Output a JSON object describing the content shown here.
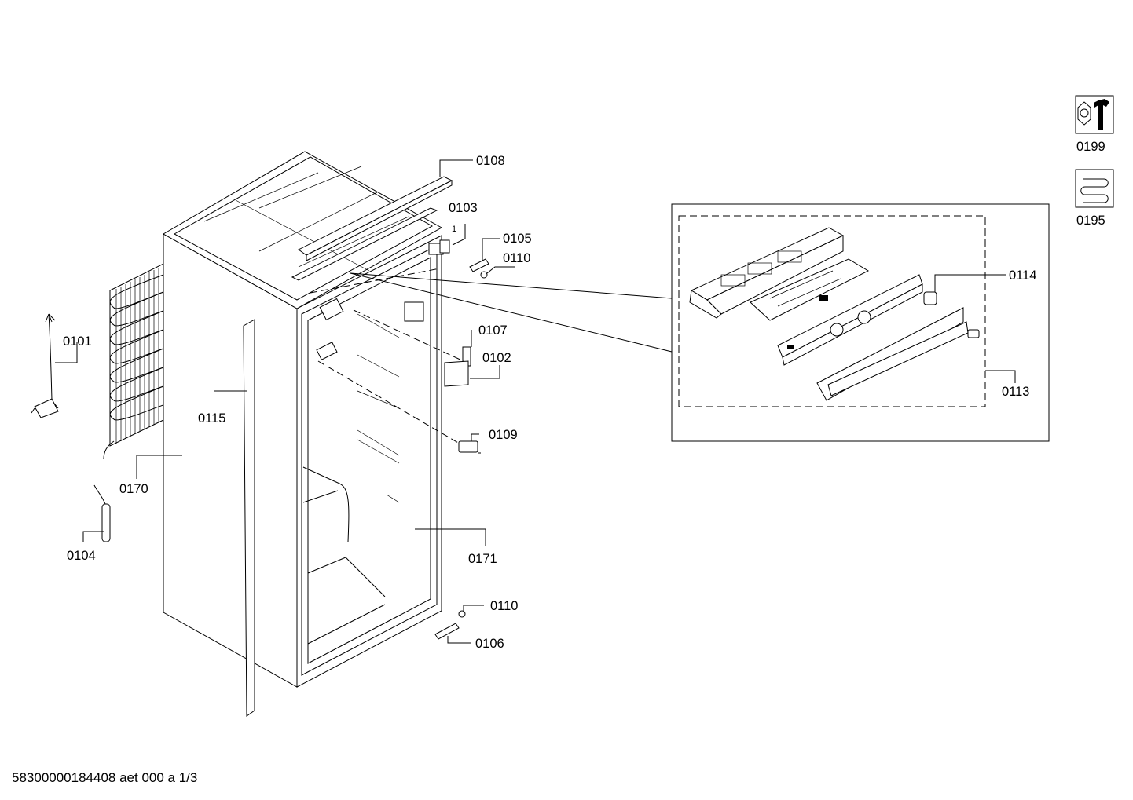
{
  "callouts": {
    "p0108": "0108",
    "p0103": "0103",
    "p0103_sub": "1",
    "p0105": "0105",
    "p0110a": "0110",
    "p0101": "0101",
    "p0107": "0107",
    "p0102": "0102",
    "p0115": "0115",
    "p0109": "0109",
    "p0170": "0170",
    "p0104": "0104",
    "p0171": "0171",
    "p0110b": "0110",
    "p0106": "0106",
    "p0114": "0114",
    "p0113": "0113"
  },
  "service_icons": {
    "tools": {
      "label": "0199",
      "icon": "wrench-nut-icon"
    },
    "heating": {
      "label": "0195",
      "icon": "heating-coil-icon"
    }
  },
  "footer": {
    "doc_id": "58300000184408 aet 000 a 1/3"
  }
}
